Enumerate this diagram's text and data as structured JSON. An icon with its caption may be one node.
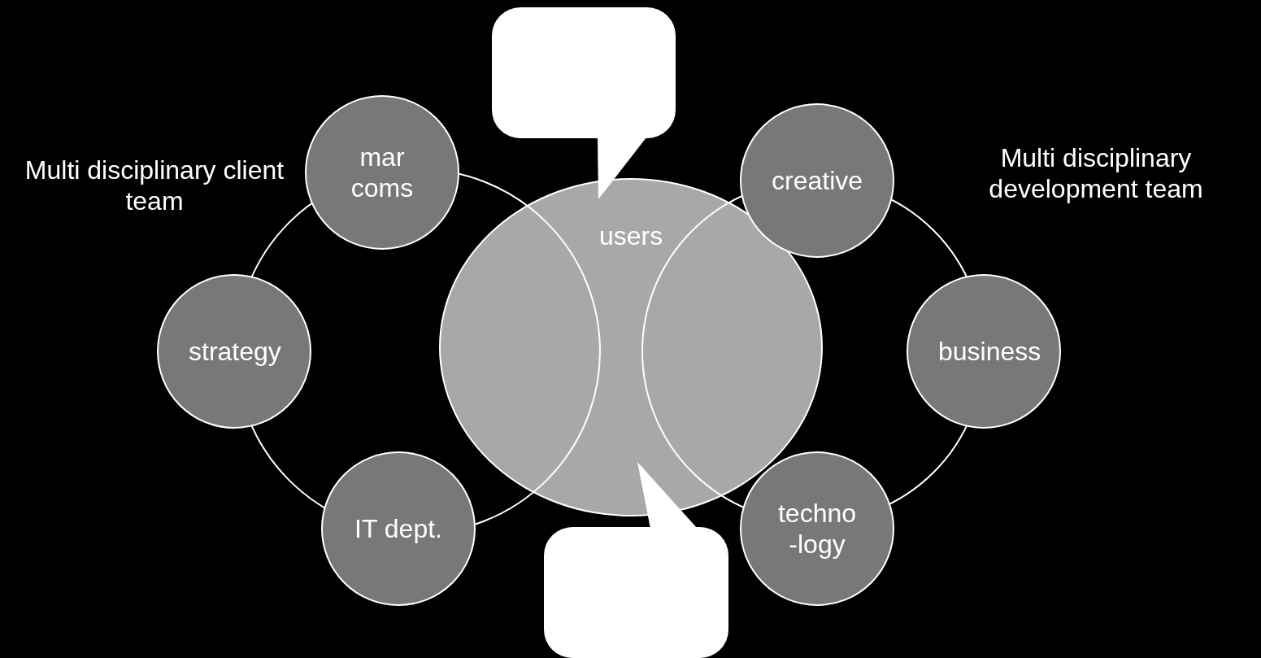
{
  "diagram": {
    "nodes": [
      {
        "text": [
          "Multi disciplinary client team"
        ]
      },
      {
        "text": [
          "mar coms"
        ]
      },
      {
        "text": [
          "strategy"
        ]
      },
      {
        "text": [
          "IT dept."
        ]
      },
      {
        "text": [
          "users"
        ]
      },
      {
        "text": [
          "Multi disciplinary development team"
        ]
      },
      {
        "text": [
          "creative"
        ]
      },
      {
        "text": [
          "business"
        ]
      },
      {
        "text": [
          "techno -logy"
        ]
      },
      {
        "text": [],
        "shape": "callout"
      },
      {
        "text": [],
        "shape": "callout"
      }
    ]
  }
}
